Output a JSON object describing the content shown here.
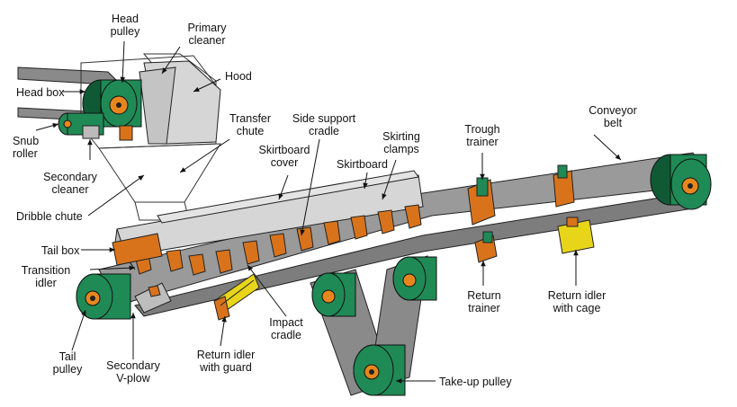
{
  "colors": {
    "belt": "#8a8a8a",
    "belt_dark": "#5a5a5a",
    "pulley_green": "#1f8a55",
    "pulley_dark": "#0f5a35",
    "pulley_hub": "#e8861e",
    "steel_orange": "#d8731c",
    "housing_gray": "#d6d6d6",
    "outline": "#222222",
    "yellow": "#e8d51a"
  },
  "labels": {
    "head_pulley": "Head pulley",
    "primary_cleaner": "Primary cleaner",
    "hood": "Hood",
    "head_box": "Head box",
    "transfer_chute": "Transfer chute",
    "side_support_cradle": "Side support cradle",
    "skirting_clamps": "Skirting clamps",
    "trough_trainer": "Trough trainer",
    "conveyor_belt": "Conveyor belt",
    "snub_roller": "Snub roller",
    "skirtboard_cover": "Skirtboard cover",
    "skirtboard": "Skirtboard",
    "secondary_cleaner": "Secondary cleaner",
    "dribble_chute": "Dribble chute",
    "tail_box": "Tail box",
    "transition_idler": "Transition idler",
    "return_trainer": "Return trainer",
    "return_idler_with_cage": "Return idler with cage",
    "impact_cradle": "Impact cradle",
    "tail_pulley": "Tail pulley",
    "secondary_vplow": "Secondary V-plow",
    "return_idler_with_guard": "Return idler with guard",
    "takeup_pulley": "Take-up pulley"
  }
}
